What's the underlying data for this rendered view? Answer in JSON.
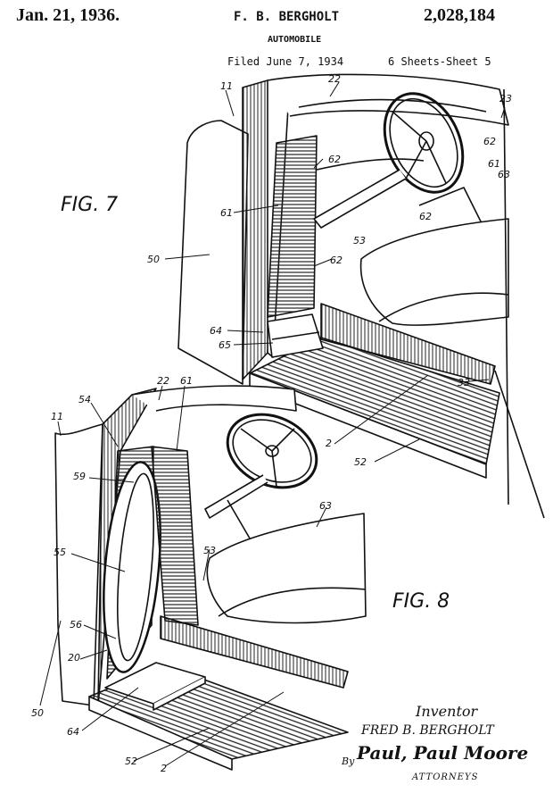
{
  "header": {
    "date": "Jan. 21, 1936.",
    "inventor": "F. B. BERGHOLT",
    "patent_number": "2,028,184",
    "title": "AUTOMOBILE",
    "filed": "Filed June 7, 1934",
    "sheet": "6 Sheets-Sheet 5"
  },
  "figures": {
    "fig7": "FIG. 7",
    "fig8": "FIG. 8"
  },
  "fig7_refs": [
    "11",
    "22",
    "23",
    "62",
    "61",
    "63",
    "62",
    "61",
    "62",
    "53",
    "50",
    "62",
    "64",
    "65",
    "33",
    "2",
    "52"
  ],
  "fig8_refs": [
    "54",
    "22",
    "61",
    "11",
    "59",
    "55",
    "63",
    "53",
    "56",
    "20",
    "50",
    "64",
    "52",
    "2"
  ],
  "signature": {
    "inventor_caption": "Inventor",
    "inventor_name": "FRED B. BERGHOLT",
    "by": "By",
    "signature_text": "Paul, Paul Moore",
    "attorneys": "ATTORNEYS"
  }
}
